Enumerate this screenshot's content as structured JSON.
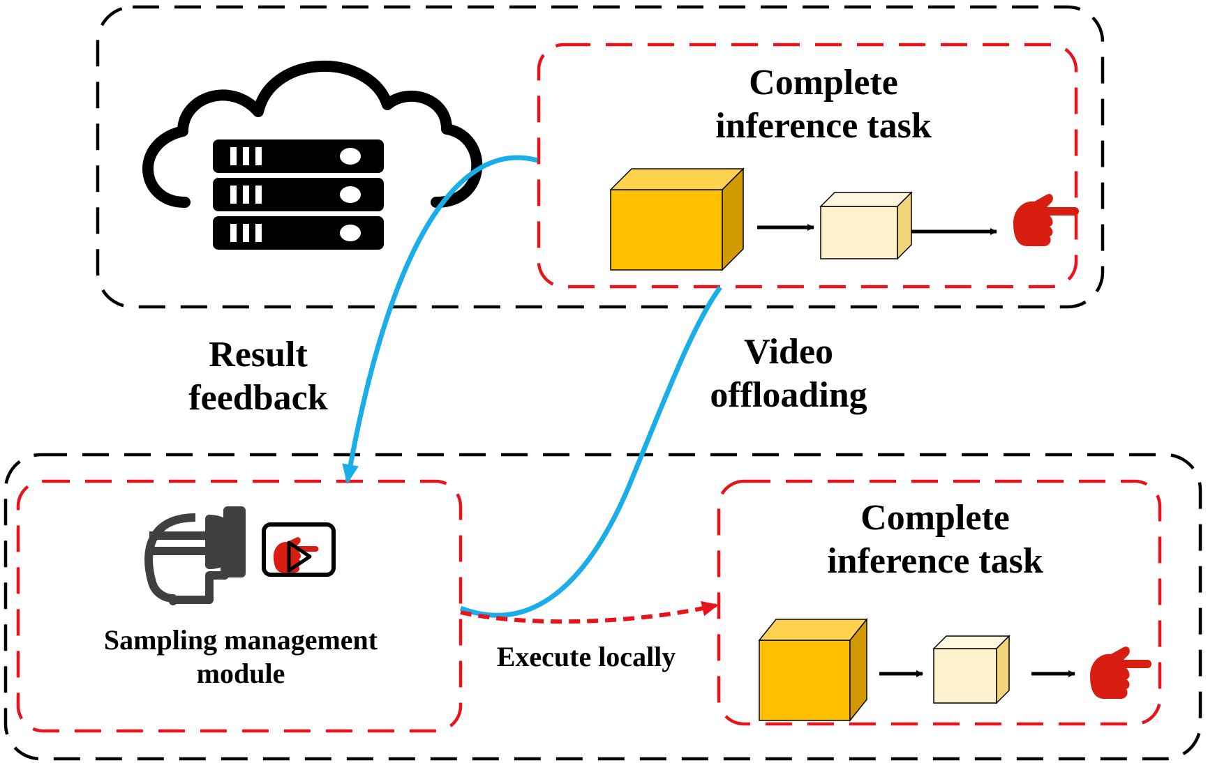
{
  "cloud_panel": {
    "title_line1": "Complete",
    "title_line2": "inference task"
  },
  "local_panel": {
    "title_line1": "Complete",
    "title_line2": "inference task"
  },
  "sampling": {
    "label_line1": "Sampling management",
    "label_line2": "module"
  },
  "arrows": {
    "result_line1": "Result",
    "result_line2": "feedback",
    "video_line1": "Video",
    "video_line2": "offloading",
    "execute_label": "Execute locally"
  },
  "colors": {
    "outer_dash": "#000000",
    "inner_dash": "#e8141c",
    "flow_arrow": "#1aaee8",
    "local_arrow": "#e8141c",
    "cube_large_front": "#ffc000",
    "cube_large_side": "#d09a00",
    "cube_large_top": "#ffd34d",
    "cube_small_front": "#fff2cc",
    "hand": "#d81e10"
  },
  "icons": [
    "cloud-server-icon",
    "vr-headset-icon",
    "video-play-icon",
    "pointing-hand-icon"
  ]
}
